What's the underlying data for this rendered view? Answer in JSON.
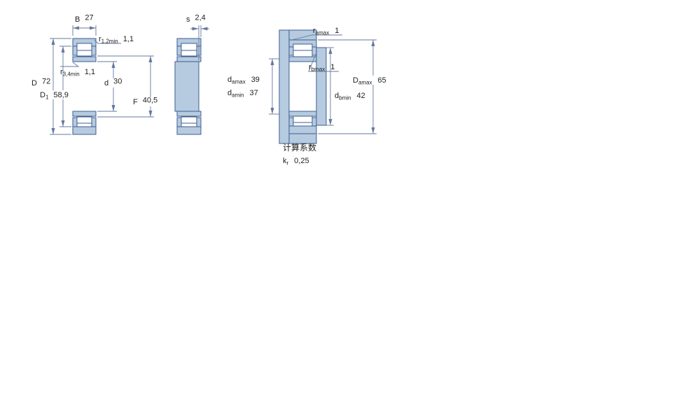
{
  "colors": {
    "part": "#b6cbdf",
    "edge": "#3f5e91",
    "dim": "#64799f",
    "ink": "#1e1e1e",
    "paper": "#ffffff"
  },
  "dims": {
    "B": {
      "sym": "B",
      "sub": "",
      "val": "27"
    },
    "r12": {
      "sym": "r",
      "sub": "1,2min",
      "val": "1,1"
    },
    "r34": {
      "sym": "r",
      "sub": "3,4min",
      "val": "1,1"
    },
    "d": {
      "sym": "d",
      "sub": "",
      "val": "30"
    },
    "D": {
      "sym": "D",
      "sub": "",
      "val": "72"
    },
    "D1": {
      "sym": "D",
      "sub": "1",
      "val": "58,9"
    },
    "F": {
      "sym": "F",
      "sub": "",
      "val": "40,5"
    },
    "s": {
      "sym": "s",
      "sub": "",
      "val": "2,4"
    },
    "ramax": {
      "sym": "r",
      "sub": "amax",
      "val": "1"
    },
    "rbmax": {
      "sym": "r",
      "sub": "bmax",
      "val": "1"
    },
    "damax": {
      "sym": "d",
      "sub": "amax",
      "val": "39"
    },
    "damin": {
      "sym": "d",
      "sub": "amin",
      "val": "37"
    },
    "dbmin": {
      "sym": "d",
      "sub": "bmin",
      "val": "42"
    },
    "Damax": {
      "sym": "D",
      "sub": "amax",
      "val": "65"
    }
  },
  "factors": {
    "title": "计算系数",
    "kr": {
      "sym": "k",
      "sub": "r",
      "val": "0,25"
    }
  }
}
